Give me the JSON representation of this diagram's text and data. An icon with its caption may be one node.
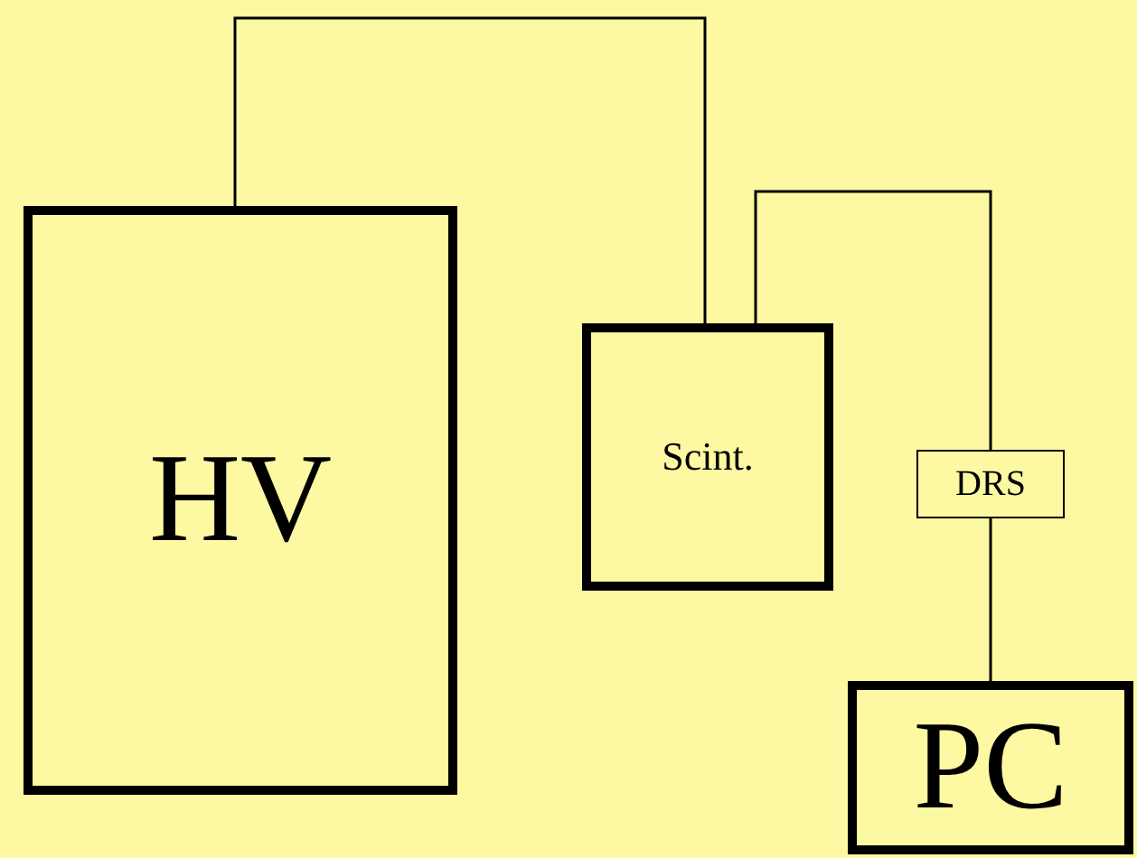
{
  "diagram": {
    "nodes": [
      {
        "text": [
          "HV"
        ]
      },
      {
        "text": [
          "Scint."
        ]
      },
      {
        "text": [
          "DRS"
        ]
      },
      {
        "text": [
          "PC"
        ]
      }
    ],
    "edges": [
      {
        "from": 0,
        "to": 1,
        "arrow": "none"
      },
      {
        "from": 1,
        "to": 2,
        "arrow": "none"
      },
      {
        "from": 2,
        "to": 3,
        "arrow": "none"
      }
    ]
  }
}
